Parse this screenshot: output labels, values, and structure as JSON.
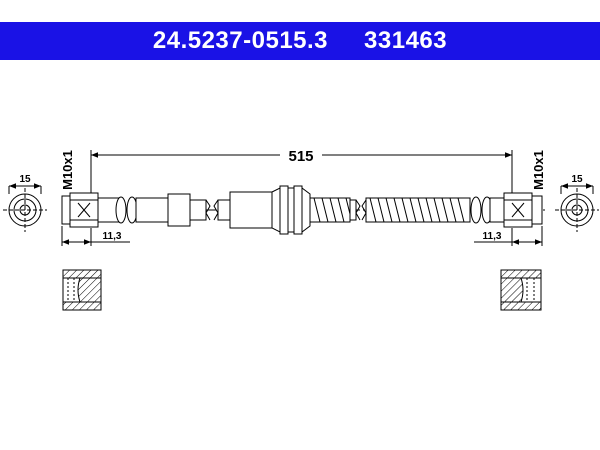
{
  "header": {
    "part_number": "24.5237-0515.3",
    "ref_number": "331463",
    "background": "#1a12e6"
  },
  "dimensions": {
    "length": "515",
    "thread_left": "M10x1",
    "thread_right": "M10x1",
    "diameter_left": "15",
    "diameter_right": "15",
    "depth_left": "11,3",
    "depth_right": "11,3"
  }
}
